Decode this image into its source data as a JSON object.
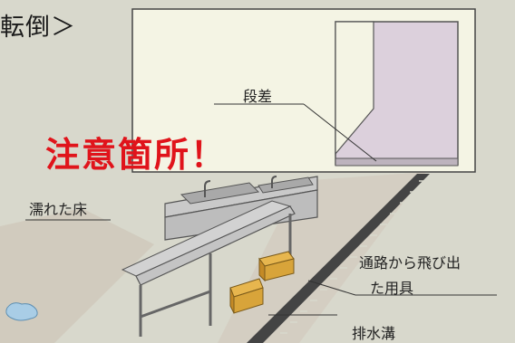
{
  "title": "転倒＞",
  "warning": "注意箇所！",
  "labels": {
    "step": "段差",
    "wet_floor": "濡れた床",
    "protruding_line1": "通路から飛び出",
    "protruding_line2": "た用具",
    "drain": "排水溝"
  },
  "colors": {
    "background": "#d8d8cc",
    "warning": "#e0141b",
    "wall_panel": "#f4f4e4",
    "door": "#dcd0dc",
    "sink": "#c9c9c9",
    "boxes": "#d8a43a",
    "wet_patch": "#a9cde6"
  }
}
